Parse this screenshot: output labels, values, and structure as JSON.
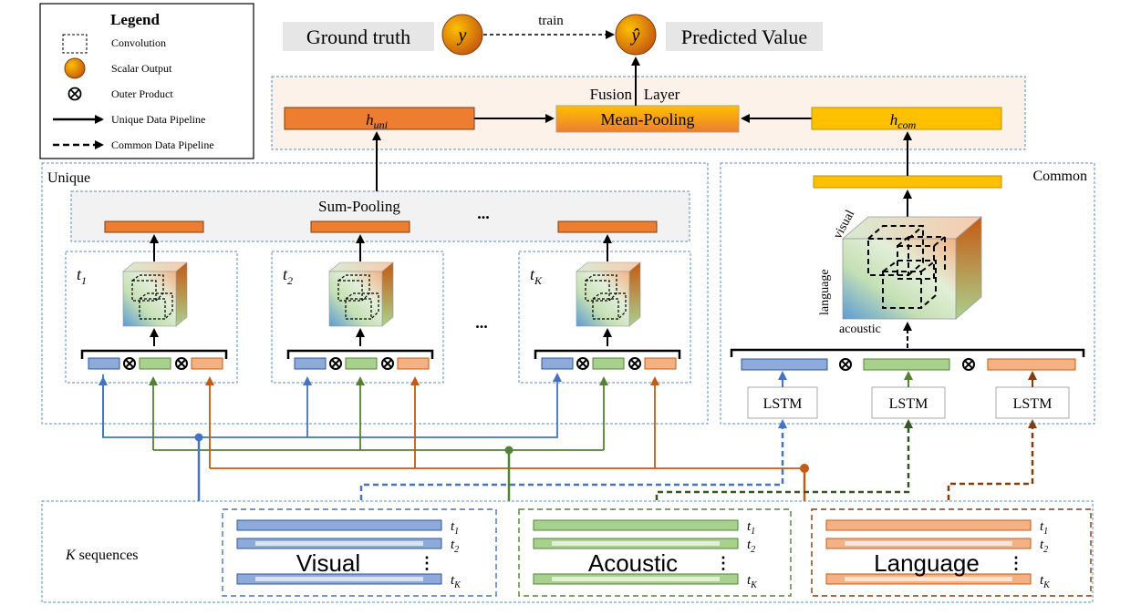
{
  "legend": {
    "title": "Legend",
    "items": [
      {
        "label": "Convolution",
        "icon": "dashed-square-icon"
      },
      {
        "label": "Scalar Output",
        "icon": "orange-circle-icon"
      },
      {
        "label": "Outer Product",
        "icon": "circled-times-icon"
      },
      {
        "label": "Unique Data Pipeline",
        "icon": "solid-arrow-icon"
      },
      {
        "label": "Common Data Pipeline",
        "icon": "dashed-arrow-icon"
      }
    ]
  },
  "top": {
    "ground_truth": "Ground truth",
    "y_symbol": "y",
    "train_label": "train",
    "y_hat_symbol": "ŷ",
    "predicted": "Predicted Value"
  },
  "fusion": {
    "title": "Fusion   Layer",
    "h_uni": "h",
    "h_uni_sub": "uni",
    "mean_pooling": "Mean-Pooling",
    "h_com": "h",
    "h_com_sub": "com"
  },
  "unique": {
    "title": "Unique",
    "sum_pooling": "Sum-Pooling",
    "ellipsis_top": "...",
    "ellipsis_mid": "...",
    "blocks": [
      {
        "t": "t",
        "sub": "1"
      },
      {
        "t": "t",
        "sub": "2"
      },
      {
        "t": "t",
        "sub": "K"
      }
    ]
  },
  "common": {
    "title": "Common",
    "axis_visual": "visual",
    "axis_language": "language",
    "axis_acoustic": "acoustic",
    "lstm": [
      "LSTM",
      "LSTM",
      "LSTM"
    ]
  },
  "sequences": {
    "label_k": "K",
    "label_rest": " sequences",
    "groups": [
      {
        "name": "Visual",
        "t1": "t",
        "t1_sub": "1",
        "t2": "t",
        "t2_sub": "2",
        "tk": "t",
        "tk_sub": "K",
        "vdots": "⋮"
      },
      {
        "name": "Acoustic",
        "t1": "t",
        "t1_sub": "1",
        "t2": "t",
        "t2_sub": "2",
        "tk": "t",
        "tk_sub": "K",
        "vdots": "⋮"
      },
      {
        "name": "Language",
        "t1": "t",
        "t1_sub": "1",
        "t2": "t",
        "t2_sub": "2",
        "tk": "t",
        "tk_sub": "K",
        "vdots": "⋮"
      }
    ]
  },
  "colors": {
    "visual": "#4472c4",
    "visual_fill": "#8eaadb",
    "acoustic": "#548235",
    "acoustic_fill": "#a9d18e",
    "language": "#c55a11",
    "language_fill": "#f4b183",
    "orange_bar": "#ed7d31",
    "yellow_bar": "#ffc000",
    "panel_border": "#5b8fbf"
  }
}
